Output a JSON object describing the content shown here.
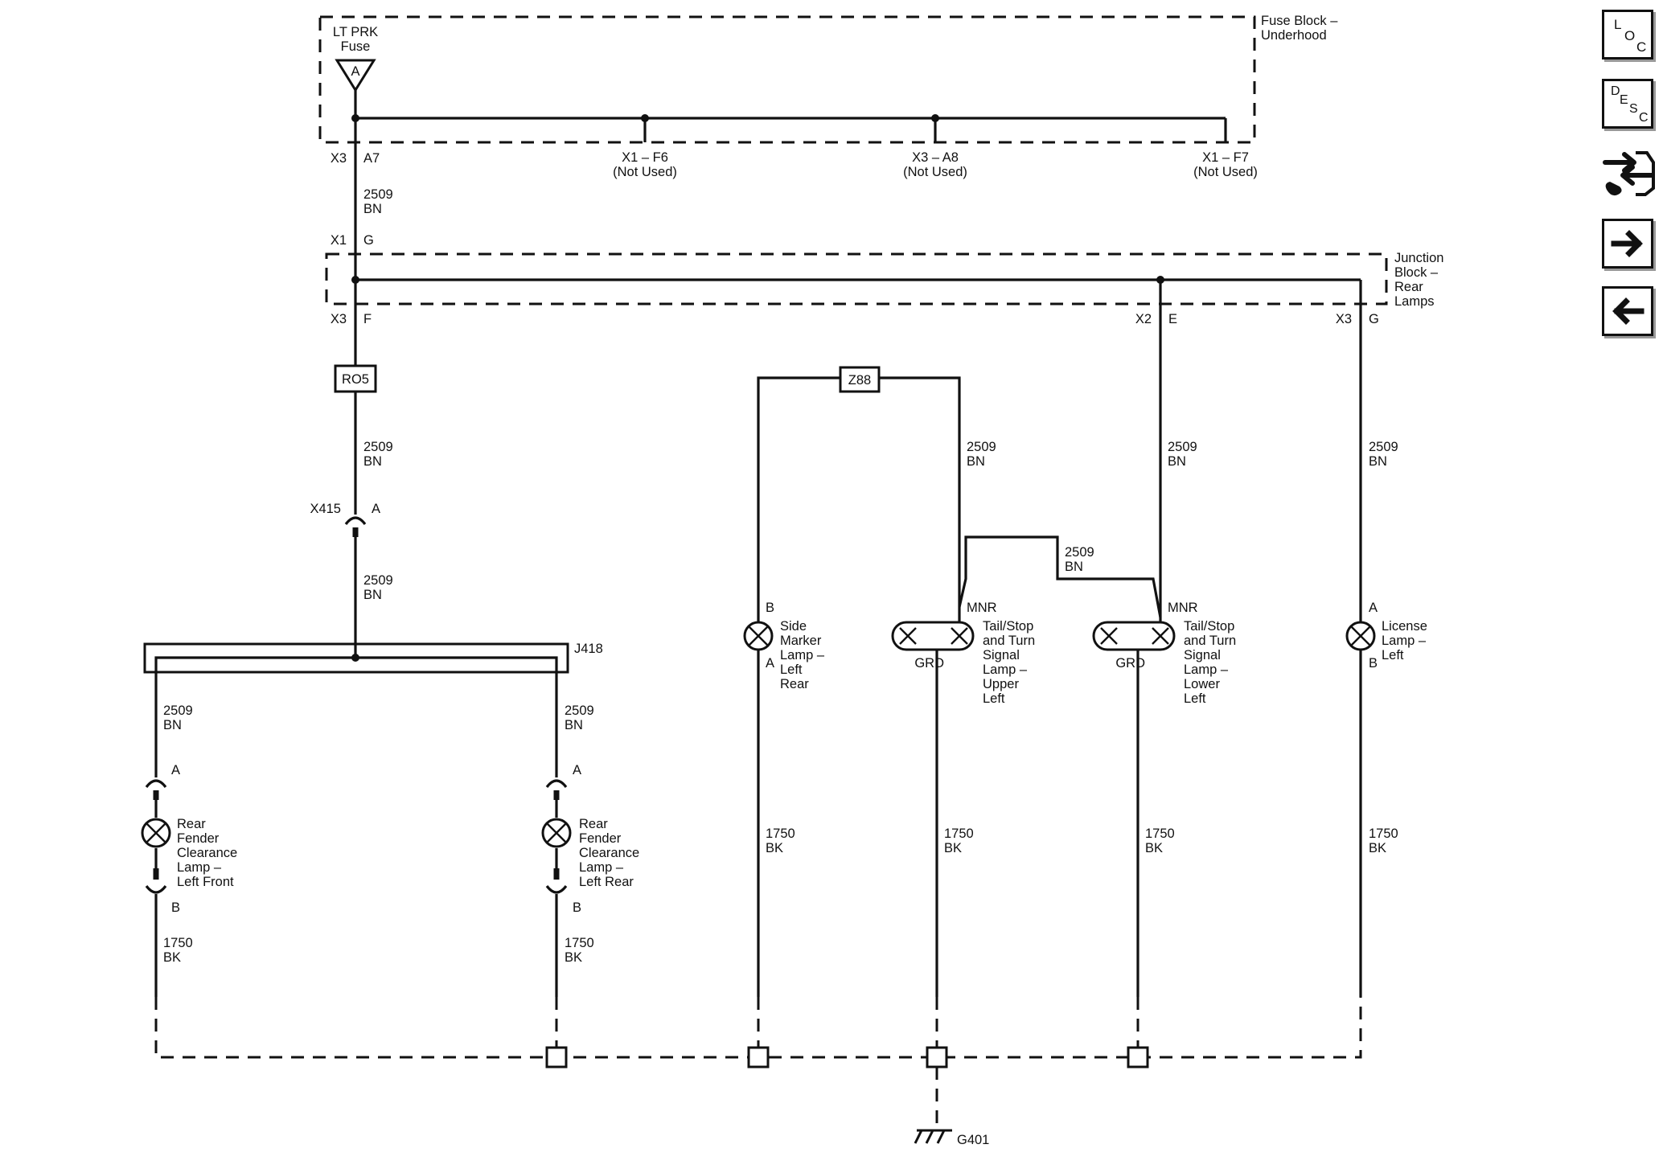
{
  "fuse_block": {
    "name_l1": "Fuse Block –",
    "name_l2": "Underhood",
    "fuse_l1": "LT PRK",
    "fuse_l2": "Fuse",
    "fuse_id": "A",
    "pin_a7_conn": "X3",
    "pin_a7": "A7",
    "pin_f6": "X1 – F6",
    "pin_a8": "X3 – A8",
    "pin_f7": "X1 – F7",
    "not_used": "(Not Used)"
  },
  "junction_block": {
    "name_l1": "Junction",
    "name_l2": "Block –",
    "name_l3": "Rear",
    "name_l4": "Lamps",
    "in_conn": "X1",
    "in_pin": "G",
    "out_left_conn": "X3",
    "out_left_pin": "F",
    "out_mid_conn": "X2",
    "out_mid_pin": "E",
    "out_right_conn": "X3",
    "out_right_pin": "G"
  },
  "wires": {
    "feed_circuit": "2509",
    "feed_color": "BN",
    "ground_circuit": "1750",
    "ground_color": "BK"
  },
  "components": {
    "ro5": "RO5",
    "z88": "Z88",
    "x415": "X415",
    "x415_pin": "A",
    "j418": "J418",
    "ground": "G401"
  },
  "lamps": {
    "rear_front": {
      "l1": "Rear",
      "l2": "Fender",
      "l3": "Clearance",
      "l4": "Lamp –",
      "l5": "Left Front",
      "pin_a": "A",
      "pin_b": "B"
    },
    "rear_rear": {
      "l1": "Rear",
      "l2": "Fender",
      "l3": "Clearance",
      "l4": "Lamp –",
      "l5": "Left Rear",
      "pin_a": "A",
      "pin_b": "B"
    },
    "side_marker": {
      "l1": "Side",
      "l2": "Marker",
      "l3": "Lamp –",
      "l4": "Left",
      "l5": "Rear",
      "pin_top": "B",
      "pin_bottom": "A"
    },
    "tail_upper": {
      "l1": "Tail/Stop",
      "l2": "and Turn",
      "l3": "Signal",
      "l4": "Lamp –",
      "l5": "Upper",
      "l6": "Left",
      "pin_top": "MNR",
      "pin_bottom": "GRD"
    },
    "tail_lower": {
      "l1": "Tail/Stop",
      "l2": "and Turn",
      "l3": "Signal",
      "l4": "Lamp –",
      "l5": "Lower",
      "l6": "Left",
      "pin_top": "MNR",
      "pin_bottom": "GRD"
    },
    "license": {
      "l1": "License",
      "l2": "Lamp –",
      "l3": "Left",
      "pin_top": "A",
      "pin_bottom": "B"
    }
  },
  "sidebar": {
    "loc": {
      "l": "L",
      "o": "O",
      "c": "C"
    },
    "desc": {
      "d": "D",
      "e": "E",
      "s": "S",
      "c": "C"
    },
    "connector_icon": "connector-tool-icon",
    "next_icon": "arrow-right-icon",
    "prev_icon": "arrow-left-icon"
  }
}
